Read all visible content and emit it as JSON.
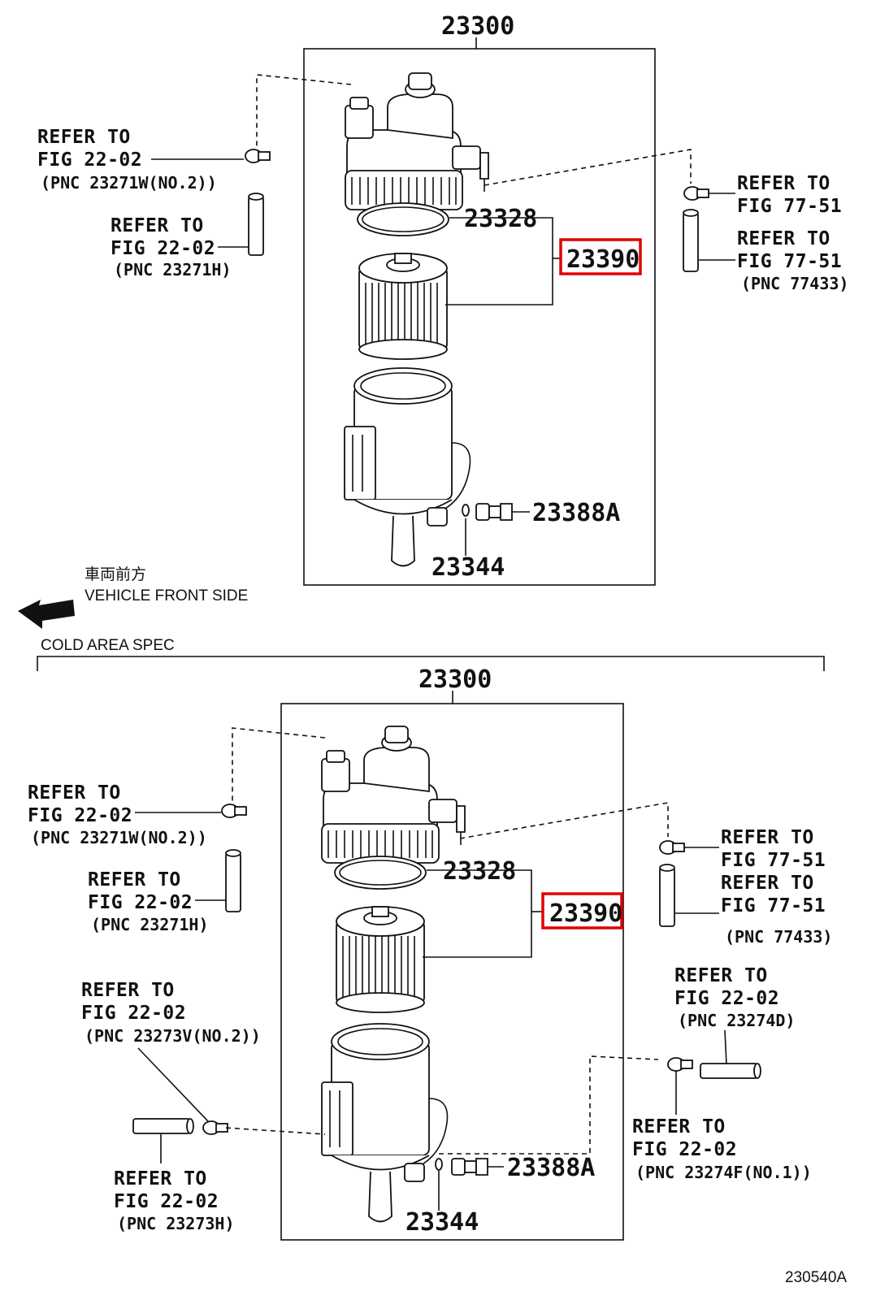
{
  "diagram": {
    "refer_to": "REFER TO",
    "figs": {
      "f22_02": "FIG 22-02",
      "f77_51": "FIG 77-51"
    },
    "pncs": {
      "p23271w": "(PNC 23271W(NO.2))",
      "p23271h": "(PNC 23271H)",
      "p77433": "(PNC 77433)",
      "p23273v": "(PNC 23273V(NO.2))",
      "p23273h": "(PNC 23273H)",
      "p23274d": "(PNC 23274D)",
      "p23274f": "(PNC 23274F(NO.1))"
    },
    "part_numbers": {
      "assembly": "23300",
      "gasket": "23328",
      "element_kit": "23390",
      "sensor": "23388A",
      "o_ring": "23344"
    },
    "vehicle_front_jp": "車両前方",
    "vehicle_front_en": "VEHICLE FRONT SIDE",
    "section_label": "COLD AREA SPEC",
    "figure_code": "230540A",
    "highlight_color": "#e00000"
  }
}
